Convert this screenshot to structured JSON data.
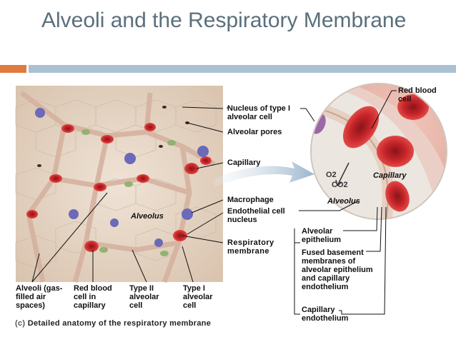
{
  "title": "Alveoli and the Respiratory Membrane",
  "labels": {
    "nucleus_type1": "Nucleus of type I alveolar cell",
    "alveolar_pores": "Alveolar pores",
    "capillary": "Capillary",
    "macrophage": "Macrophage",
    "endothelial_nucleus": "Endothelial cell nucleus",
    "respiratory_membrane": "Respiratory membrane",
    "alveolus_left": "Alveolus",
    "alveolus_right": "Alveolus",
    "capillary_right": "Capillary",
    "red_blood_cell_right": "Red blood cell",
    "alveolar_epithelium": "Alveolar epithelium",
    "fused_basement": "Fused basement membranes of alveolar epithelium and capillary endothelium",
    "capillary_endothelium": "Capillary endothelium",
    "alveoli": "Alveoli (gas-filled air spaces)",
    "red_blood_cell_bottom": "Red blood cell in capillary",
    "type2": "Type II alveolar cell",
    "type1": "Type I alveolar cell",
    "o2": "O2",
    "co2": "CO2"
  },
  "caption": {
    "tag": "(c)",
    "text": "Detailed anatomy of the respiratory membrane"
  },
  "colors": {
    "title": "#5a6f7c",
    "accent_orange": "#e07a3e",
    "accent_blue": "#a9c1d2",
    "tissue": "#e8d7c7",
    "capillary_red": "#c9262c"
  }
}
